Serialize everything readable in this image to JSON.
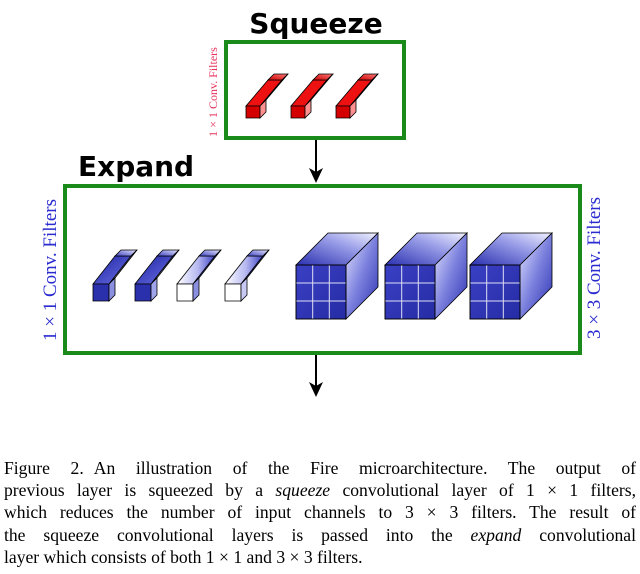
{
  "diagram": {
    "squeeze_title": "Squeeze",
    "expand_title": "Expand",
    "squeeze_side_label": "1 × 1 Conv. Filters",
    "expand_left_label": "1 × 1 Conv. Filters",
    "expand_right_label": "3 × 3 Conv. Filters",
    "colors": {
      "box_border": "#1a8a1a",
      "squeeze_filter": "#ee2222",
      "squeeze_label": "#e8305a",
      "expand_filter": "#3338b8",
      "expand_label": "#2a2ad0"
    }
  },
  "caption": {
    "figure_label": "Figure 2.",
    "line1": "An illustration of the Fire microarchitecture. The output of",
    "line2_a": "previous layer is squeezed by a ",
    "line2_em": "squeeze",
    "line2_b": " convolutional layer of 1 × 1 filters,",
    "line3": "which reduces the number of input channels to 3 × 3 filters. The result of",
    "line4_a": "the squeeze convolutional layers is passed into the ",
    "line4_em": "expand",
    "line4_b": " convolutional",
    "line5": "layer which consists of both 1 × 1 and 3 × 3 filters."
  }
}
